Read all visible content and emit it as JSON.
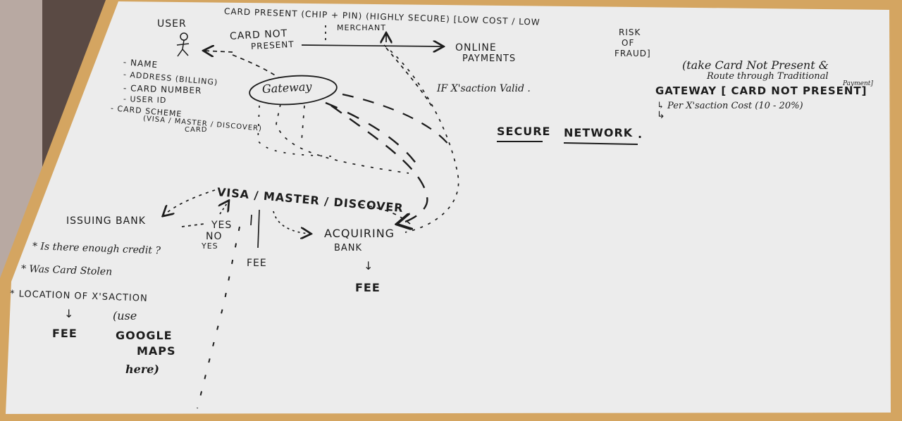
{
  "title_line": {
    "card_present": "CARD PRESENT (CHIP + PIN) (HIGHLY SECURE) [LOW COST / LOW",
    "risk_1": "RISK",
    "risk_2": "OF",
    "risk_3": "FRAUD]"
  },
  "user": {
    "label": "USER",
    "attributes": [
      "- NAME",
      "- ADDRESS (BILLING)",
      "- CARD NUMBER",
      "- USER ID",
      "- CARD SCHEME",
      "(VISA / MASTER / DISCOVER)",
      "CARD"
    ]
  },
  "card_not_present": {
    "line1": "CARD NOT",
    "line2": "PRESENT"
  },
  "merchant": "MERCHANT",
  "online_payments": {
    "line1": "ONLINE",
    "line2": "PAYMENTS"
  },
  "gateway": "Gateway",
  "if_valid": "IF X'saction Valid .",
  "secure_network": {
    "word1": "SECURE",
    "word2": "NETWORK",
    "dot": "."
  },
  "side_note": {
    "line1": "(take Card Not Present &",
    "line2": "Route through Traditional",
    "line2b": "Payment]",
    "line3": "GATEWAY [ CARD NOT PRESENT]",
    "line4": "↳ Per X'saction Cost (10 - 20%)",
    "line5": "↳"
  },
  "card_networks": "VISA / MASTER / DISCOVER",
  "issuing_bank": {
    "label": "ISSUING BANK",
    "checks": [
      "* Is there enough credit ?",
      "* Was Card Stolen",
      "* LOCATION OF X'SACTION"
    ],
    "arrow": "↓",
    "fee": "FEE",
    "note": [
      "(use",
      "GOOGLE",
      "MAPS",
      "here)"
    ]
  },
  "responses": [
    "YES",
    "NO",
    "YES"
  ],
  "network_fee": "FEE",
  "acquiring_bank": {
    "line1": "ACQUIRING",
    "line2": "BANK",
    "arrow": "↓",
    "fee": "FEE"
  },
  "colors": {
    "board": "#ebebeb",
    "frame": "#d4a561",
    "ink": "#1c1c1c",
    "wall": "#5a4a44"
  }
}
